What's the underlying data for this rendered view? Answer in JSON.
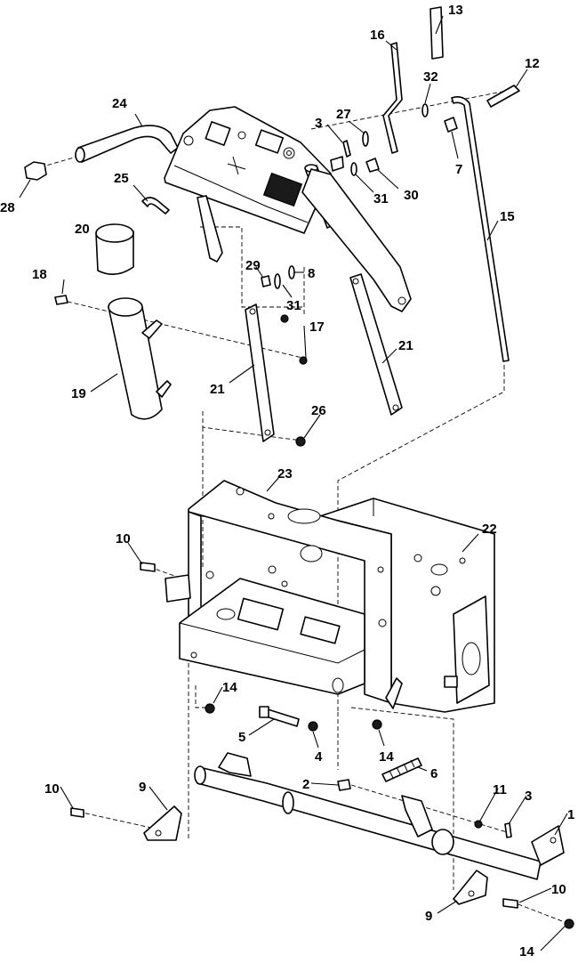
{
  "diagram": {
    "callouts": [
      {
        "id": "c13",
        "label": "13"
      },
      {
        "id": "c16",
        "label": "16"
      },
      {
        "id": "c12",
        "label": "12"
      },
      {
        "id": "c32",
        "label": "32"
      },
      {
        "id": "c24",
        "label": "24"
      },
      {
        "id": "c27",
        "label": "27"
      },
      {
        "id": "c3a",
        "label": "3"
      },
      {
        "id": "c7",
        "label": "7"
      },
      {
        "id": "c15",
        "label": "15"
      },
      {
        "id": "c31a",
        "label": "31"
      },
      {
        "id": "c30",
        "label": "30"
      },
      {
        "id": "c28",
        "label": "28"
      },
      {
        "id": "c25",
        "label": "25"
      },
      {
        "id": "c20",
        "label": "20"
      },
      {
        "id": "c29",
        "label": "29"
      },
      {
        "id": "c8",
        "label": "8"
      },
      {
        "id": "c18",
        "label": "18"
      },
      {
        "id": "c31b",
        "label": "31"
      },
      {
        "id": "c17",
        "label": "17"
      },
      {
        "id": "c21a",
        "label": "21"
      },
      {
        "id": "c19",
        "label": "19"
      },
      {
        "id": "c21b",
        "label": "21"
      },
      {
        "id": "c26",
        "label": "26"
      },
      {
        "id": "c23",
        "label": "23"
      },
      {
        "id": "c22",
        "label": "22"
      },
      {
        "id": "c10a",
        "label": "10"
      },
      {
        "id": "c14a",
        "label": "14"
      },
      {
        "id": "c5",
        "label": "5"
      },
      {
        "id": "c4",
        "label": "4"
      },
      {
        "id": "c14b",
        "label": "14"
      },
      {
        "id": "c6",
        "label": "6"
      },
      {
        "id": "c2",
        "label": "2"
      },
      {
        "id": "c10b",
        "label": "10"
      },
      {
        "id": "c9a",
        "label": "9"
      },
      {
        "id": "c11",
        "label": "11"
      },
      {
        "id": "c3b",
        "label": "3"
      },
      {
        "id": "c1",
        "label": "1"
      },
      {
        "id": "c10c",
        "label": "10"
      },
      {
        "id": "c9b",
        "label": "9"
      },
      {
        "id": "c14c",
        "label": "14"
      }
    ]
  }
}
